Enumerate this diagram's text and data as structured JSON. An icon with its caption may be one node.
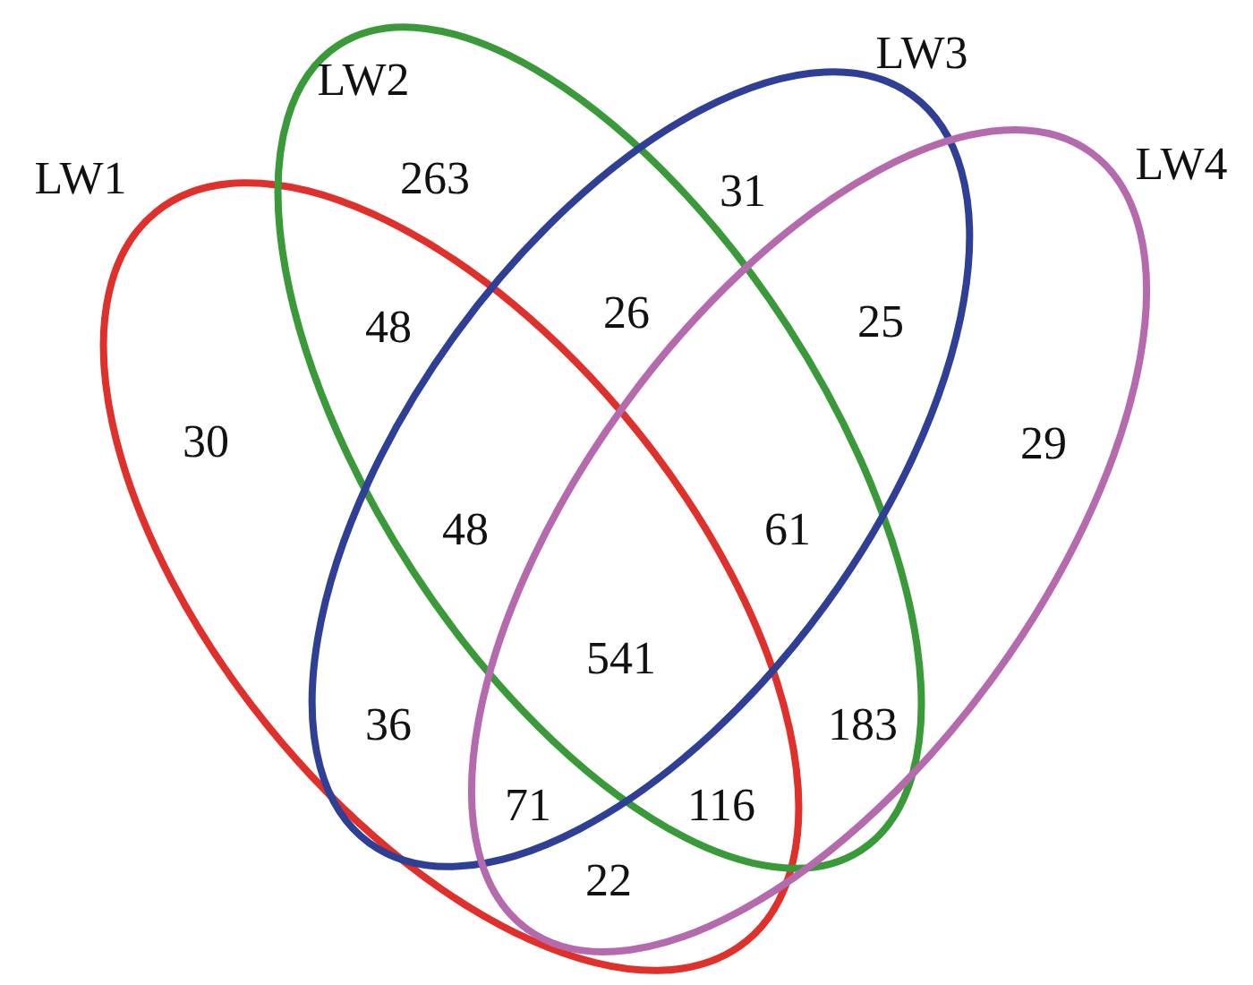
{
  "diagram": {
    "nodes": [
      {
        "text": [
          "LW1"
        ]
      },
      {
        "text": [
          "LW2"
        ]
      },
      {
        "text": [
          "LW3"
        ]
      },
      {
        "text": [
          "LW4"
        ]
      }
    ],
    "labels": [
      "263",
      "31",
      "48",
      "26",
      "25",
      "30",
      "29",
      "48",
      "61",
      "541",
      "36",
      "183",
      "71",
      "116",
      "22"
    ]
  }
}
